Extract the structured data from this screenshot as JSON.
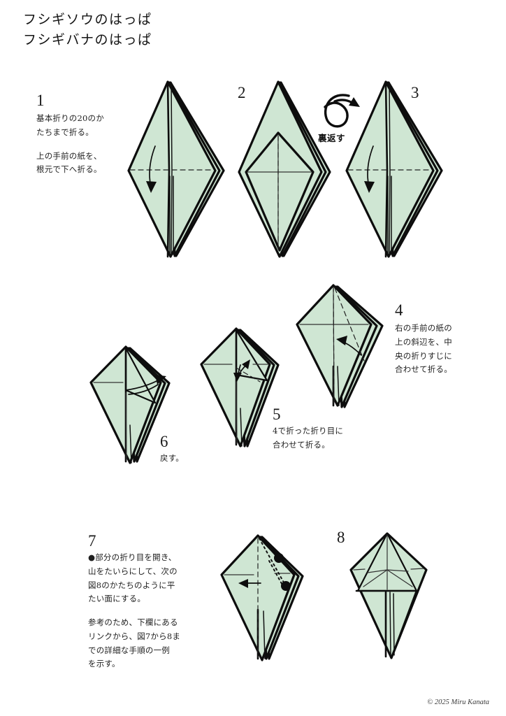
{
  "document": {
    "title_lines": [
      "フシギソウのはっぱ",
      "フシギバナのはっぱ"
    ],
    "footer": "© 2025 Miru Kanata",
    "paper_color": "#cfe6d3",
    "ink_color": "#0d0d0d"
  },
  "flip": {
    "label": "裏返す",
    "icon": "flip-over-arrow-icon"
  },
  "steps": [
    {
      "number": "1",
      "paragraphs": [
        "基本折りの20のか\nたちまで折る。",
        "上の手前の紙を、\n根元で下へ折る。"
      ],
      "figure": "tall-diamond-with-down-fold"
    },
    {
      "number": "2",
      "paragraphs": [],
      "figure": "diamond-with-inner-flap"
    },
    {
      "number": "3",
      "paragraphs": [],
      "figure": "tall-diamond-with-down-fold-reverse"
    },
    {
      "number": "4",
      "paragraphs": [
        "右の手前の紙の\n上の斜辺を、中\n央の折りすじに\n合わせて折る。"
      ],
      "figure": "kite-with-diagonal-fold"
    },
    {
      "number": "5",
      "paragraphs": [
        "4で折った折り目に\n合わせて折る。"
      ],
      "figure": "kite-with-folded-right-flap"
    },
    {
      "number": "6",
      "paragraphs": [
        "戻す。"
      ],
      "figure": "kite-unfolding"
    },
    {
      "number": "7",
      "paragraphs": [
        "●部分の折り目を開き、\n山をたいらにして、次の\n図8のかたちのように平\nたい面にする。",
        "参考のため、下欄にある\nリンクから、図7から8ま\nでの詳細な手順の一例\nを示す。"
      ],
      "figure": "kite-with-marked-points"
    },
    {
      "number": "8",
      "paragraphs": [],
      "figure": "flattened-faceted-kite"
    }
  ]
}
